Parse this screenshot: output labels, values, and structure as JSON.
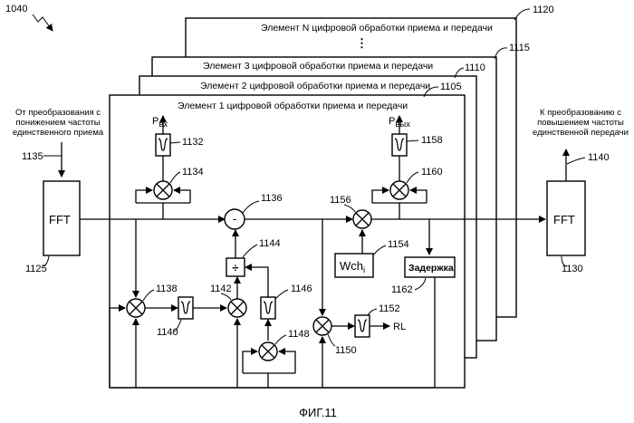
{
  "figure": {
    "ref_main": "1040",
    "caption": "ФИГ.11"
  },
  "stack": {
    "layer_n": {
      "label": "Элемент N цифровой обработки приема и передачи",
      "ref": "1120"
    },
    "dots": "⋮",
    "layer_3": {
      "label": "Элемент 3 цифровой обработки приема и передачи",
      "ref": "1115"
    },
    "layer_2": {
      "label": "Элемент 2 цифровой обработки приема и передачи",
      "ref": "1110"
    },
    "layer_1": {
      "label": "Элемент 1 цифровой обработки приема и передачи",
      "ref": "1105"
    }
  },
  "left": {
    "input_text": [
      "От преобразования с",
      "понижением частоты",
      "единственного приема"
    ],
    "input_ref": "1135",
    "fft_label": "FFT",
    "fft_ref": "1125"
  },
  "right": {
    "output_text": [
      "К преобразованию с",
      "повышением частоты",
      "единственной передачи"
    ],
    "output_ref": "1140",
    "fft_label": "FFT",
    "fft_ref": "1130"
  },
  "blocks": {
    "p_in": {
      "label": "P",
      "sub": "вх"
    },
    "p_out": {
      "label": "P",
      "sub": "вых"
    },
    "minus": "-",
    "divide": "÷",
    "wch": {
      "label": "Wch",
      "sub": "i"
    },
    "delay": "Задержка",
    "rl": "RL"
  },
  "refs": {
    "r1132": "1132",
    "r1134": "1134",
    "r1136": "1136",
    "r1138": "1138",
    "r1140": "1140",
    "r1142": "1142",
    "r1144": "1144",
    "r1146": "1146",
    "r1148": "1148",
    "r1150": "1150",
    "r1152": "1152",
    "r1154": "1154",
    "r1156": "1156",
    "r1158": "1158",
    "r1160": "1160",
    "r1162": "1162"
  }
}
